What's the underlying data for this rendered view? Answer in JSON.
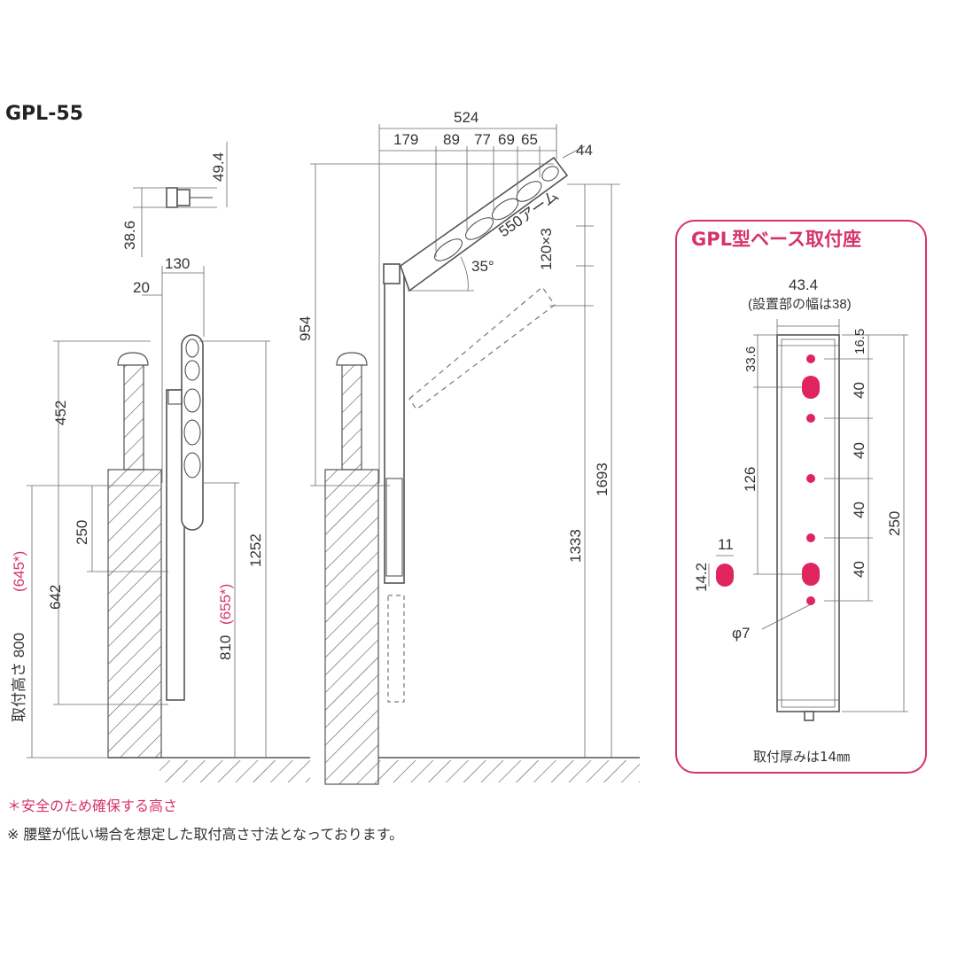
{
  "model": "GPL-55",
  "labels": {
    "d49_4": "49.4",
    "d38_6": "38.6",
    "d130": "130",
    "d20": "20",
    "d452": "452",
    "d250": "250",
    "d642": "642",
    "d1252": "1252",
    "install_height": "取付高さ 800",
    "install_height_safe": "(645*)",
    "d810": "810",
    "d810_safe": "(655*)",
    "d524": "524",
    "d179": "179",
    "d89": "89",
    "d77": "77",
    "d69": "69",
    "d65": "65",
    "d44": "44",
    "arm": "550アーム",
    "d120x3": "120×3",
    "angle": "35°",
    "d954": "954",
    "d1333": "1333",
    "d1693": "1693"
  },
  "base": {
    "title": "GPL型ベース取付座",
    "width": "43.4",
    "width_note": "(設置部の幅は38)",
    "d16_5": "16.5",
    "d33_6": "33.6",
    "d40a": "40",
    "d40b": "40",
    "d40c": "40",
    "d40d": "40",
    "d126": "126",
    "d250": "250",
    "d11": "11",
    "d14_2": "14.2",
    "phi7": "φ7",
    "thickness": "取付厚みは14㎜"
  },
  "notes": {
    "safety": "＊安全のため確保する高さ",
    "assumption": "※ 腰壁が低い場合を想定した取付高さ寸法となっております。"
  },
  "colors": {
    "accent": "#d6336c",
    "hole": "#e0245e"
  }
}
